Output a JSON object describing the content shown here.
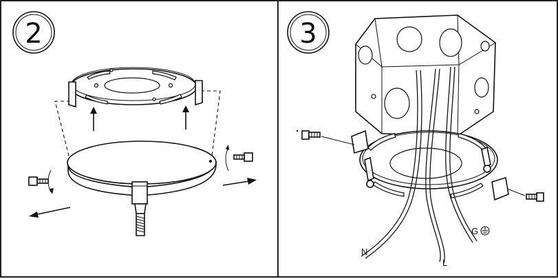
{
  "steps": [
    {
      "number": "2"
    },
    {
      "number": "3"
    }
  ],
  "wire_labels": {
    "neutral": "N",
    "live": "L",
    "ground": "G"
  },
  "icons": {
    "ground": "earth-ground-symbol-icon"
  }
}
